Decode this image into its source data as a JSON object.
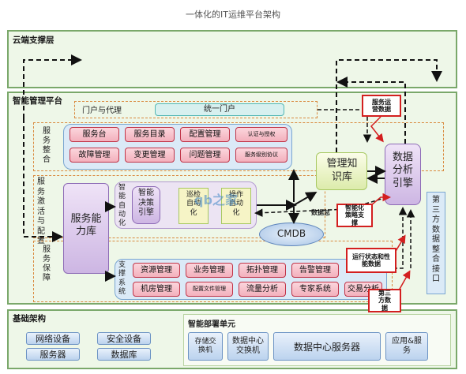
{
  "title": "一体化的IT运维平台架构",
  "layers": {
    "cloud": "云端支撑层",
    "platform": "智能管理平台",
    "infra": "基础架构"
  },
  "portal": {
    "label": "门户与代理",
    "unified": "统一门户"
  },
  "sections": {
    "integration": "服务整合",
    "activation": "服务激活与配置",
    "assurance": "服务保障"
  },
  "integration_items": [
    "服务台",
    "服务目录",
    "配置管理",
    "认证与授权",
    "故障管理",
    "变更管理",
    "问题管理",
    "服务级别协议"
  ],
  "automation": {
    "label": "智能自动化",
    "decision": "智能决策引擎",
    "inspect": "巡检自动化",
    "op": "操作自动化"
  },
  "support": {
    "label": "支撑系统",
    "items": [
      "资源管理",
      "业务管理",
      "拓扑管理",
      "告警管理",
      "机房管理",
      "配置文件管理",
      "流量分析",
      "专家系统",
      "交易分析"
    ]
  },
  "capability": "服务能力库",
  "knowledge": "管理知识库",
  "analysis": "数据分析引擎",
  "cmdb": "CMDB",
  "third_party": "第三方数据整合接口",
  "callouts": {
    "ops": "服务运营数据",
    "strategy": "智能化策略支撑",
    "perf": "运行状态和性能数据",
    "third": "第三方数据"
  },
  "data_label": "数据总",
  "watermark": "qb之家",
  "infra": {
    "left": [
      "网络设备",
      "安全设备",
      "服务器",
      "数据库"
    ],
    "deploy": "智能部署单元",
    "deploy_items": [
      "存储交换机",
      "数据中心交换机",
      "数据中心服务器",
      "应用&服务"
    ]
  },
  "colors": {
    "layer_border": "#7aa86a",
    "red": "#d31f1f",
    "pink": "#f3b0bc",
    "purple": "#cdb6e3"
  }
}
